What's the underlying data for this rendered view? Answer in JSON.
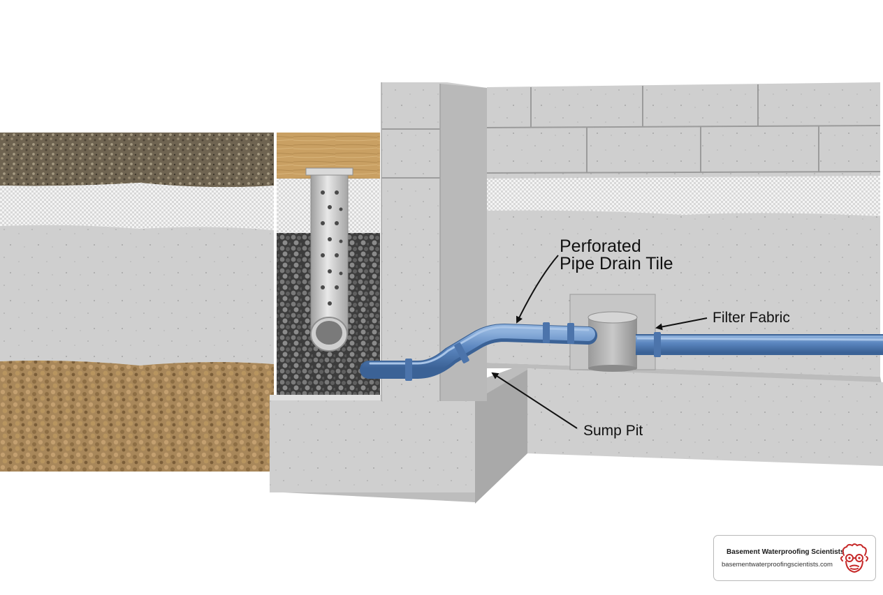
{
  "diagram": {
    "labels": {
      "perforated_pipe": [
        "Perforated",
        "Pipe Drain Tile"
      ],
      "filter_fabric": "Filter Fabric",
      "sump_pit": "Sump Pit"
    }
  },
  "brand": {
    "name": "Basement Waterproofing Scientists",
    "url": "basementwaterproofingscientists.com",
    "logo_icon": "scientist-face-icon",
    "accent_color": "#c62828"
  },
  "colors": {
    "pipe": "#5b86bf",
    "concrete": "#cfcfcf",
    "soil": "#a8875a",
    "gravel": "#555555",
    "wood": "#c9a063"
  }
}
